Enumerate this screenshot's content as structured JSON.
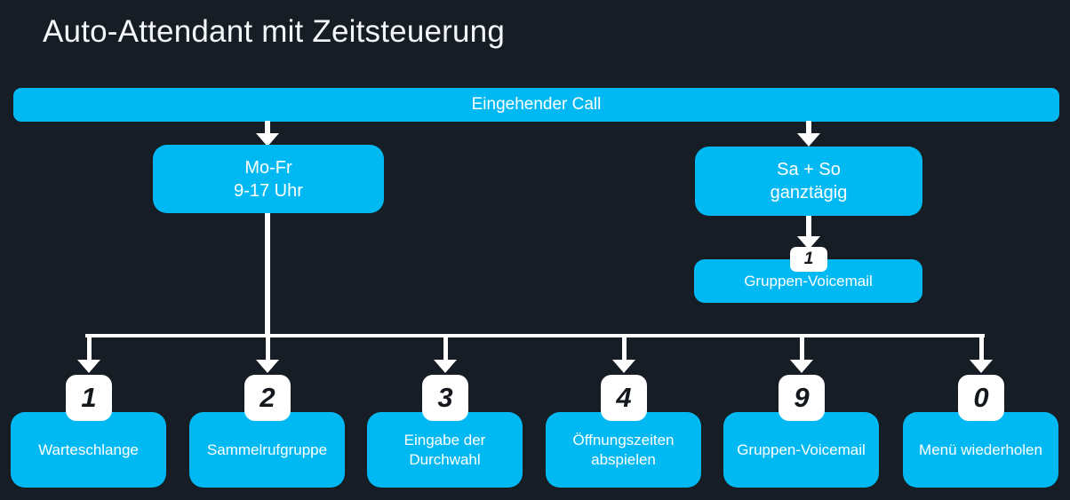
{
  "title": "Auto-Attendant mit Zeitsteuerung",
  "colors": {
    "background": "#171d25",
    "node_fill": "#00b9f2",
    "text_on_node": "#ffffff",
    "connector": "#ffffff",
    "badge_background": "#ffffff",
    "badge_text": "#14181d"
  },
  "root": {
    "label": "Eingehender Call"
  },
  "schedules": {
    "weekday": {
      "line1": "Mo-Fr",
      "line2": "9-17 Uhr"
    },
    "weekend": {
      "line1": "Sa + So",
      "line2": "ganztägig"
    }
  },
  "weekend_target": {
    "key": "1",
    "label": "Gruppen-Voicemail"
  },
  "options": [
    {
      "key": "1",
      "label": "Warteschlange"
    },
    {
      "key": "2",
      "label": "Sammelrufgruppe"
    },
    {
      "key": "3",
      "label": "Eingabe der Durchwahl"
    },
    {
      "key": "4",
      "label": "Öffnungszeiten abspielen"
    },
    {
      "key": "9",
      "label": "Gruppen-Voicemail"
    },
    {
      "key": "0",
      "label": "Menü wiederholen"
    }
  ]
}
